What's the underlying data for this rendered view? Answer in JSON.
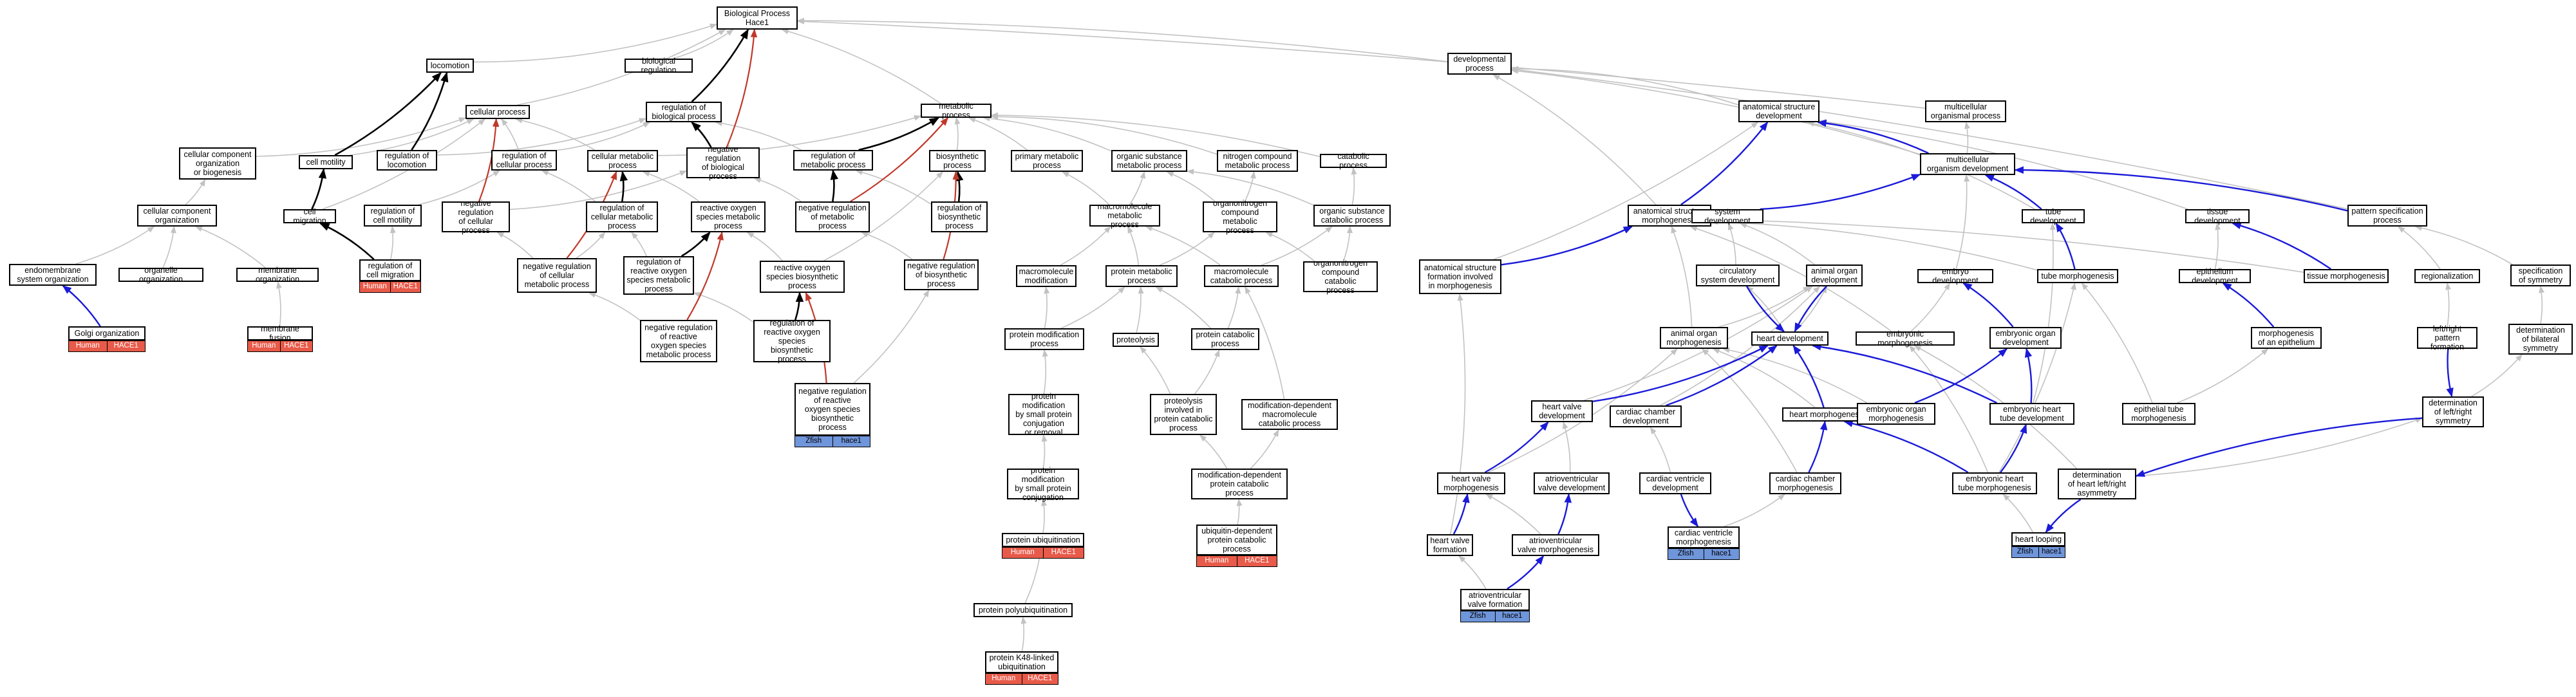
{
  "colors": {
    "grey_edge": "#c2c2c2",
    "black_edge": "#000000",
    "red_edge": "#c0392b",
    "blue_edge": "#1a1ad8",
    "human_badge": "#e85a49",
    "zfish_badge": "#6f95da"
  },
  "species": {
    "human": "Human",
    "zfish": "Zfish"
  },
  "genes": {
    "human": "HACE1",
    "zfish": "hace1"
  },
  "nodes": {
    "root": "Biological Process\nHace1",
    "locomotion": "locomotion",
    "bio_reg": "biological regulation",
    "dev_proc": "developmental\nprocess",
    "cell_proc": "cellular process",
    "reg_bio": "regulation of\nbiological process",
    "met_proc": "metabolic process",
    "ana_dev": "anatomical structure\ndevelopment",
    "multi_org": "multicellular\norganismal process",
    "ccorg": "cellular component\norganization\nor biogenesis",
    "cell_mot": "cell motility",
    "reg_loco": "regulation of\nlocomotion",
    "reg_cellp": "regulation of\ncellular process",
    "cell_met": "cellular metabolic\nprocess",
    "neg_reg_bio": "negative regulation\nof biological\nprocess",
    "reg_met": "regulation of\nmetabolic process",
    "biosyn": "biosynthetic\nprocess",
    "prim_met": "primary metabolic\nprocess",
    "org_sub": "organic substance\nmetabolic process",
    "nitro": "nitrogen compound\nmetabolic process",
    "catab": "catabolic process",
    "multi_dev": "multicellular\norganism development",
    "cc_org": "cellular component\norganization",
    "cell_mig": "cell migration",
    "reg_cell_mot": "regulation of\ncell motility",
    "neg_reg_cellp": "negative regulation\nof cellular\nprocess",
    "reg_cell_met": "regulation of\ncellular metabolic\nprocess",
    "ros_met": "reactive oxygen\nspecies metabolic\nprocess",
    "neg_reg_met": "negative regulation\nof metabolic\nprocess",
    "reg_biosyn": "regulation of\nbiosynthetic\nprocess",
    "macro_met": "macromolecule\nmetabolic process",
    "orgn_met": "organonitrogen\ncompound metabolic\nprocess",
    "org_cat": "organic substance\ncatabolic process",
    "ana_morph": "anatomical structure\nmorphogenesis",
    "sys_dev": "system development",
    "tube_dev": "tube development",
    "tissue_dev": "tissue development",
    "pattern": "pattern specification\nprocess",
    "endomem": "endomembrane\nsystem organization",
    "organelle": "organelle organization",
    "memb_org": "membrane organization",
    "reg_cell_mig": "regulation of\ncell migration",
    "neg_reg_cell_met": "negative regulation\nof cellular\nmetabolic process",
    "reg_ros_met": "regulation of\nreactive oxygen\nspecies metabolic\nprocess",
    "ros_biosyn": "reactive oxygen\nspecies biosynthetic\nprocess",
    "neg_reg_biosyn": "negative regulation\nof biosynthetic\nprocess",
    "macro_mod": "macromolecule\nmodification",
    "prot_met": "protein metabolic\nprocess",
    "macro_cat": "macromolecule\ncatabolic process",
    "orgn_cat": "organonitrogen\ncompound catabolic\nprocess",
    "ana_form": "anatomical structure\nformation involved\nin morphogenesis",
    "circ_dev": "circulatory\nsystem development",
    "animal_dev": "animal organ\ndevelopment",
    "embryo_dev": "embryo development",
    "tube_morph": "tube morphogenesis",
    "epi_dev": "epithelium development",
    "tissue_morph": "tissue morphogenesis",
    "regionalization": "regionalization",
    "spec_sym": "specification\nof symmetry",
    "golgi": "Golgi organization",
    "memb_fusion": "membrane fusion",
    "neg_reg_ros_met": "negative regulation\nof reactive\noxygen species\nmetabolic process",
    "reg_ros_biosyn": "regulation of\nreactive oxygen\nspecies biosynthetic\nprocess",
    "prot_mod": "protein modification\nprocess",
    "proteolysis": "proteolysis",
    "prot_cat": "protein catabolic\nprocess",
    "animal_morph": "animal organ\nmorphogenesis",
    "heart_dev": "heart development",
    "emb_morph": "embryonic morphogenesis",
    "emb_organ_dev": "embryonic organ\ndevelopment",
    "morph_epi": "morphogenesis\nof an epithelium",
    "lr_pattern": "left/right pattern\nformation",
    "det_bilat": "determination\nof bilateral\nsymmetry",
    "neg_reg_ros_biosyn": "negative regulation\nof reactive\noxygen species\nbiosynthetic\nprocess",
    "prot_mod_small": "protein modification\nby small protein\nconjugation\nor removal",
    "proteolysis_cat": "proteolysis\ninvolved in\nprotein catabolic\nprocess",
    "mod_dep_macro": "modification-dependent\nmacromolecule\ncatabolic process",
    "heart_valve_dev": "heart valve\ndevelopment",
    "cardiac_ch_dev": "cardiac chamber\ndevelopment",
    "heart_morph": "heart morphogenesis",
    "emb_organ_morph": "embryonic organ\nmorphogenesis",
    "emb_heart_tube_dev": "embryonic heart\ntube development",
    "epi_tube_morph": "epithelial tube\nmorphogenesis",
    "det_lr": "determination\nof left/right\nsymmetry",
    "prot_mod_conj": "protein modification\nby small protein\nconjugation",
    "mod_dep_prot": "modification-dependent\nprotein catabolic\nprocess",
    "heart_valve_morph": "heart valve\nmorphogenesis",
    "av_valve_dev": "atrioventricular\nvalve development",
    "cardiac_vent_dev": "cardiac ventricle\ndevelopment",
    "cardiac_ch_morph": "cardiac chamber\nmorphogenesis",
    "emb_heart_tube_morph": "embryonic heart\ntube morphogenesis",
    "det_heart_lr": "determination\nof heart left/right\nasymmetry",
    "prot_ubiq": "protein ubiquitination",
    "ubiq_dep": "ubiquitin-dependent\nprotein catabolic\nprocess",
    "heart_valve_form": "heart valve\nformation",
    "av_valve_morph": "atrioventricular\nvalve morphogenesis",
    "cardiac_vent_morph": "cardiac ventricle\nmorphogenesis",
    "heart_loop": "heart looping",
    "prot_polyubiq": "protein polyubiquitination",
    "av_valve_form": "atrioventricular\nvalve formation",
    "prot_k48": "protein K48-linked\nubiquitination"
  }
}
